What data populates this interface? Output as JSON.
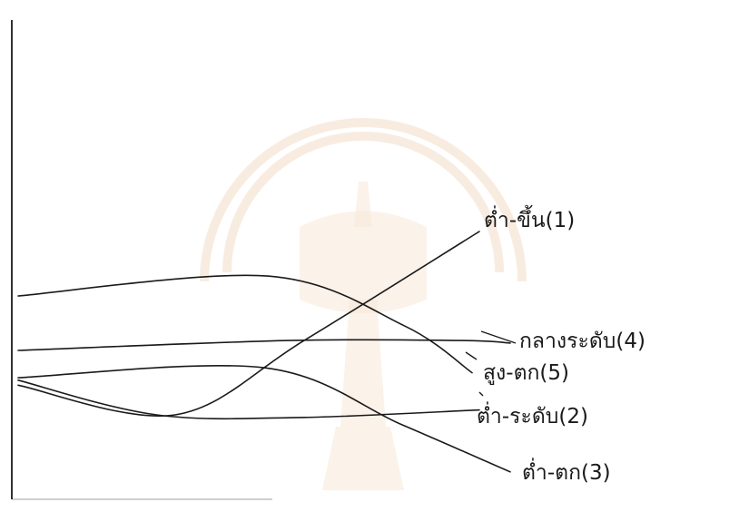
{
  "chart_data": {
    "type": "line",
    "title": "",
    "xlabel": "",
    "ylabel": "",
    "grid": false,
    "legend": "inline-labels",
    "series": [
      {
        "name": "ต่ำ-ขึ้น(1)",
        "points": [
          [
            0.0,
            0.38
          ],
          [
            0.34,
            0.26
          ],
          [
            0.62,
            0.56
          ],
          [
            1.0,
            1.0
          ]
        ]
      },
      {
        "name": "ต่ำ-ระดับ(2)",
        "points": [
          [
            0.0,
            0.4
          ],
          [
            0.3,
            0.26
          ],
          [
            0.62,
            0.25
          ],
          [
            1.0,
            0.28
          ]
        ]
      },
      {
        "name": "ต่ำ-ตก(3)",
        "points": [
          [
            0.0,
            0.41
          ],
          [
            0.5,
            0.45
          ],
          [
            0.78,
            0.22
          ],
          [
            1.0,
            0.03
          ]
        ]
      },
      {
        "name": "กลางระดับ(4)",
        "points": [
          [
            0.0,
            0.52
          ],
          [
            0.55,
            0.56
          ],
          [
            0.9,
            0.56
          ],
          [
            1.0,
            0.55
          ]
        ]
      },
      {
        "name": "สูง-ตก(5)",
        "points": [
          [
            0.0,
            0.74
          ],
          [
            0.55,
            0.82
          ],
          [
            0.85,
            0.62
          ],
          [
            1.0,
            0.43
          ]
        ]
      }
    ]
  }
}
